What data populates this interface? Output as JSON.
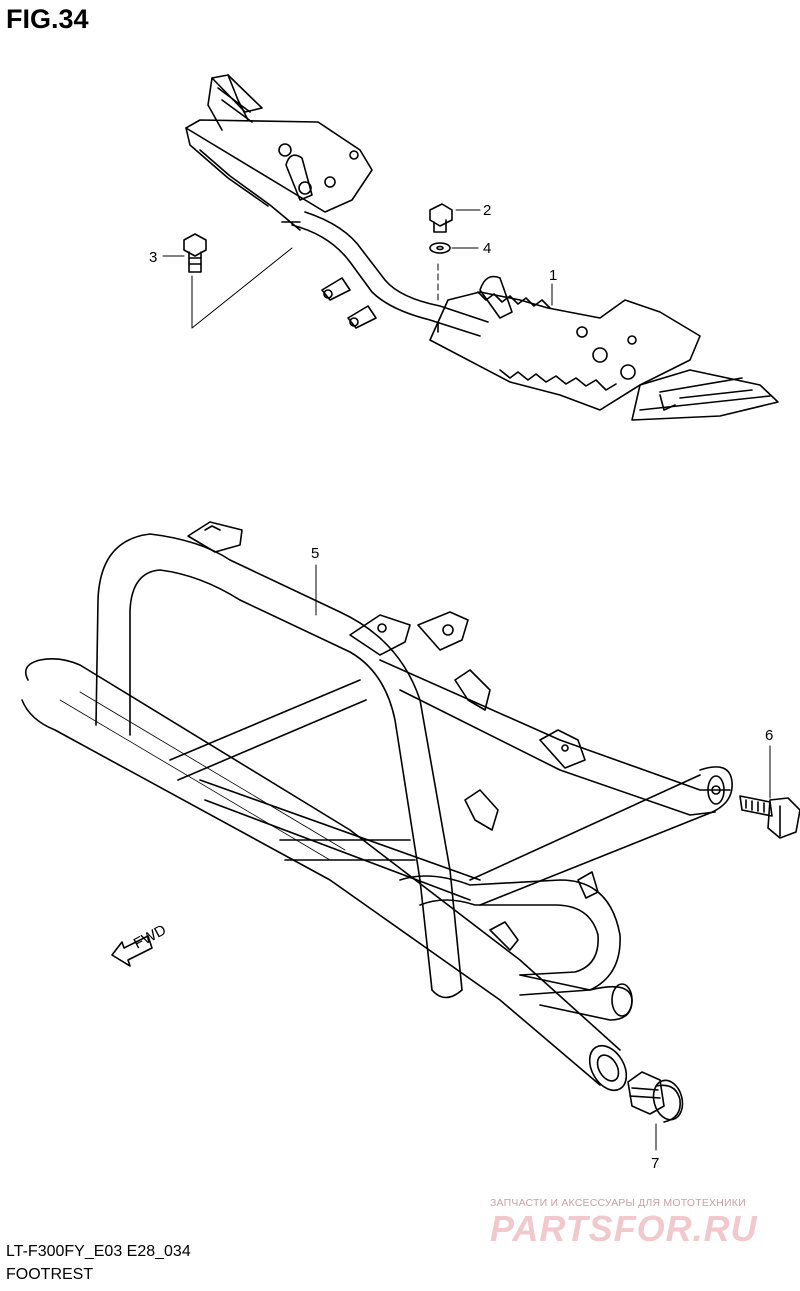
{
  "figure_title": "FIG.34",
  "callouts": [
    "1",
    "2",
    "3",
    "4",
    "5",
    "6",
    "7"
  ],
  "fwd_label": "FWD",
  "watermark": {
    "tagline": "ЗАПЧАСТИ И АКСЕССУАРЫ ДЛЯ МОТОТЕХНИКИ",
    "brand": "PARTSFOR.RU"
  },
  "model_code": "LT-F300FY_E03 E28_034",
  "caption": "FOOTREST",
  "colors": {
    "line": "#000000",
    "watermark": "#f1c9cc"
  }
}
